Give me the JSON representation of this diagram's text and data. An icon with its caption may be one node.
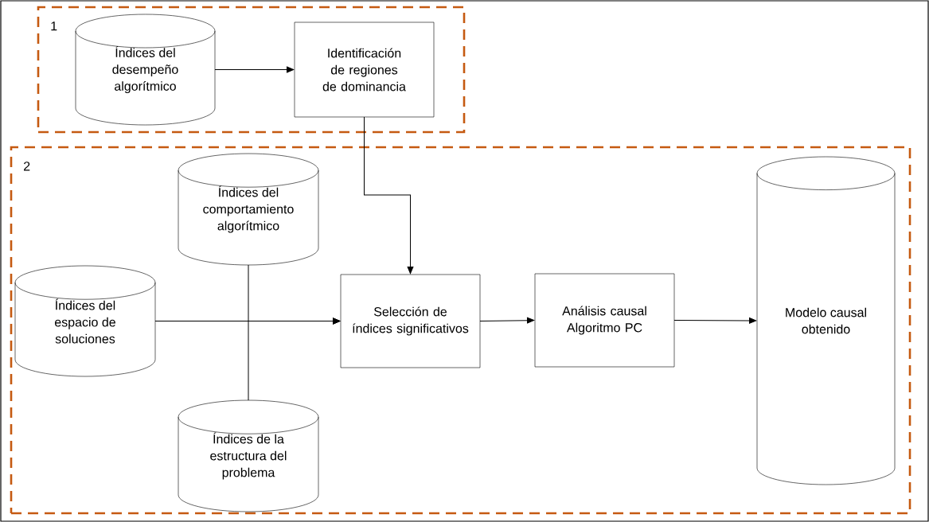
{
  "diagram": {
    "nodes": [
      {
        "text": [
          "1"
        ]
      },
      {
        "text": [
          "Índices del desempeño algorítmico"
        ],
        "in": 0
      },
      {
        "text": [
          "Identificación de regiones de dominancia"
        ],
        "in": 0
      },
      {
        "text": [
          "2"
        ]
      },
      {
        "text": [
          "Índices del comportamiento algorítmico"
        ],
        "in": 3
      },
      {
        "text": [
          "Índices del espacio de soluciones"
        ],
        "in": 3
      },
      {
        "text": [
          "Selección de índices significativos"
        ],
        "in": 3
      },
      {
        "text": [
          "Análisis causal Algoritmo PC"
        ],
        "in": 3
      },
      {
        "text": [
          "Modelo causal obtenido"
        ],
        "in": 3
      },
      {
        "text": [
          "Índices de la estructura del problema"
        ],
        "in": 3
      }
    ],
    "edges": [
      {
        "from": 1,
        "to": 2,
        "arrow": "to"
      },
      {
        "from": 2,
        "to": 6,
        "arrow": "to"
      },
      {
        "from": 5,
        "to": 6,
        "arrow": "to"
      },
      {
        "from": 4,
        "to": 6,
        "arrow": "to"
      },
      {
        "from": 9,
        "to": 6,
        "arrow": "to"
      },
      {
        "from": 6,
        "to": 7,
        "arrow": "to"
      },
      {
        "from": 7,
        "to": 8,
        "arrow": "to"
      }
    ]
  }
}
